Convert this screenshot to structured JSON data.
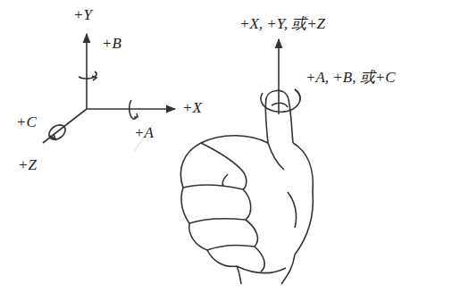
{
  "diagram": {
    "labels": [
      "+Y",
      "+B",
      "+X",
      "+A",
      "+C",
      "+Z",
      "+X, +Y, 或+Z",
      "+A, +B, 或+C"
    ]
  }
}
